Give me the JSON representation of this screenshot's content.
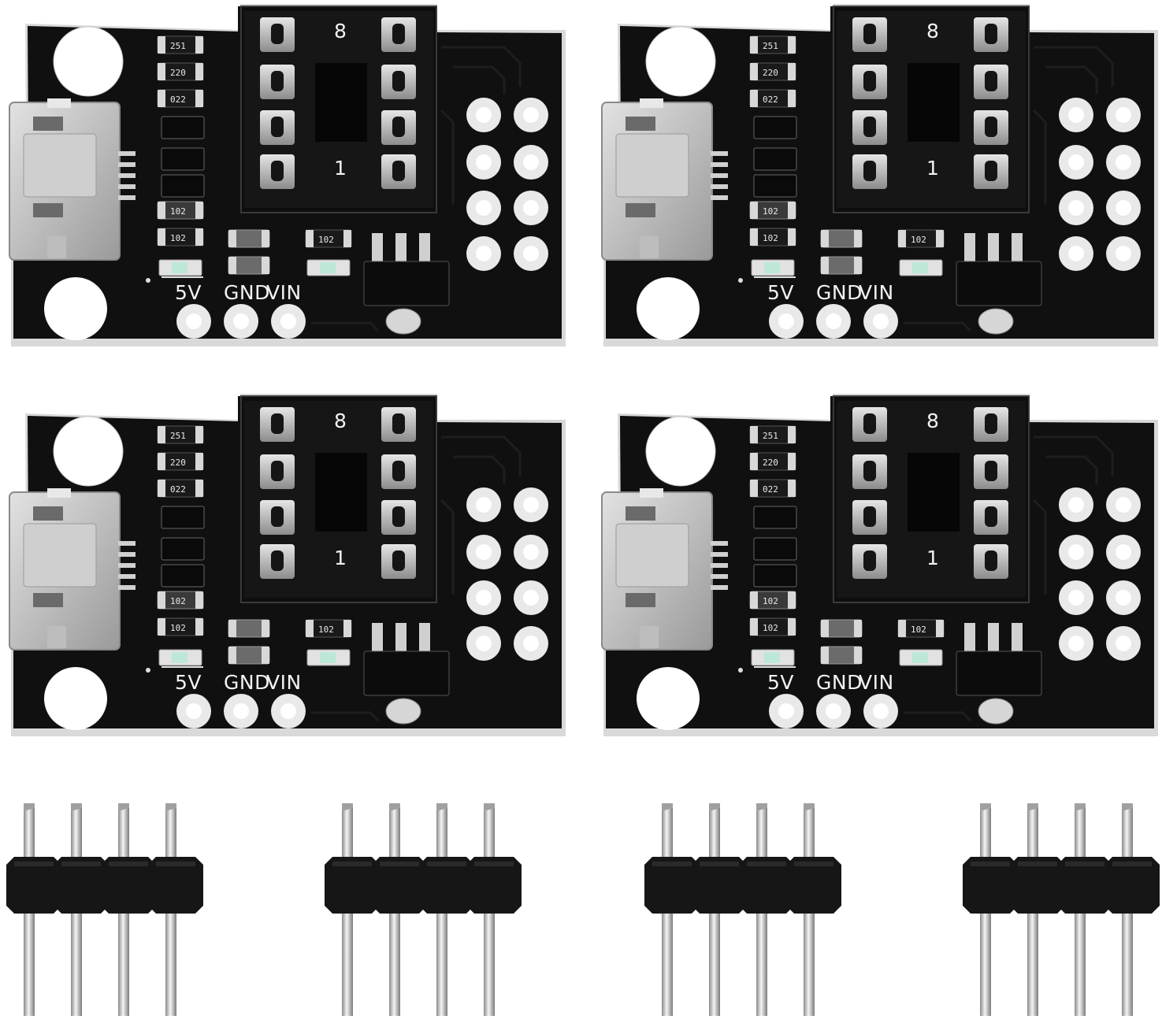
{
  "product": {
    "board_count": 4,
    "header_count": 4,
    "pins_per_header": 4
  },
  "board": {
    "colors": {
      "pcb": "#101010",
      "pcb_edge": "#d9d9d9",
      "pad": "#e9e9e9",
      "socket": "#141414",
      "usb": "#bfbfbf"
    },
    "silkscreen": {
      "label_5v": "5V",
      "label_gnd": "GND",
      "label_vin": "VIN"
    },
    "resistor_codes": [
      "251",
      "220",
      "022",
      "102",
      "102"
    ],
    "socket_marks": [
      "8",
      "1"
    ]
  },
  "header": {
    "colors": {
      "plastic": "#161616",
      "pin": "#c8c8c8"
    }
  }
}
